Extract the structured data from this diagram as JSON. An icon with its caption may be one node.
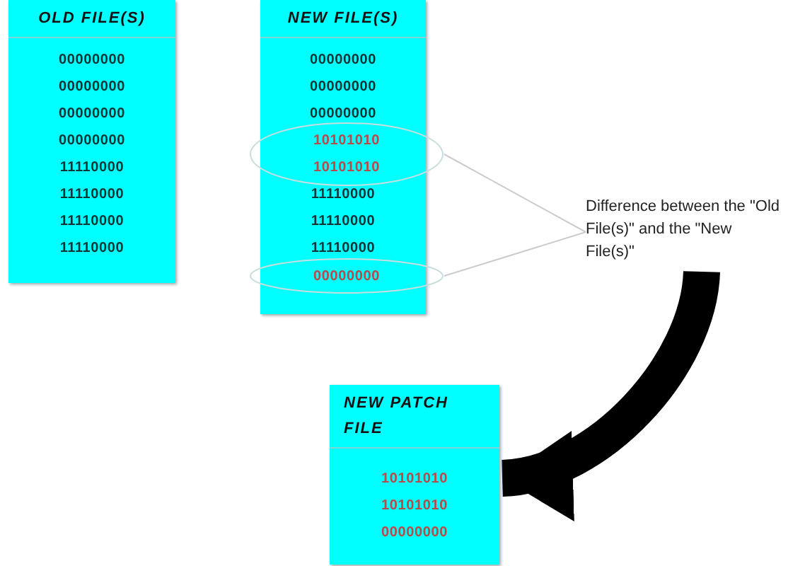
{
  "diagram": {
    "nodes": [
      {
        "text": [
          "OLD FILE(S)",
          "00000000",
          "00000000",
          "00000000",
          "00000000",
          "11110000",
          "11110000",
          "11110000",
          "11110000"
        ]
      },
      {
        "text": [
          "NEW FILE(S)",
          "00000000",
          "00000000",
          "00000000",
          "11110000",
          "11110000",
          "11110000"
        ]
      },
      {
        "text": [
          "10101010",
          "10101010"
        ]
      },
      {
        "text": [
          "00000000"
        ]
      },
      {
        "text": [
          "Difference between the \"Old File(s)\" and the \"New File(s)\""
        ]
      },
      {
        "text": [
          "NEW PATCH FILE",
          "10101010",
          "10101010",
          "00000000"
        ]
      }
    ],
    "edges": [
      {
        "from": 4,
        "to": 2,
        "arrow": "none"
      },
      {
        "from": 4,
        "to": 3,
        "arrow": "none"
      },
      {
        "from": 4,
        "to": 5,
        "arrow": "to",
        "style": "thick",
        "color": "#000000"
      }
    ]
  }
}
